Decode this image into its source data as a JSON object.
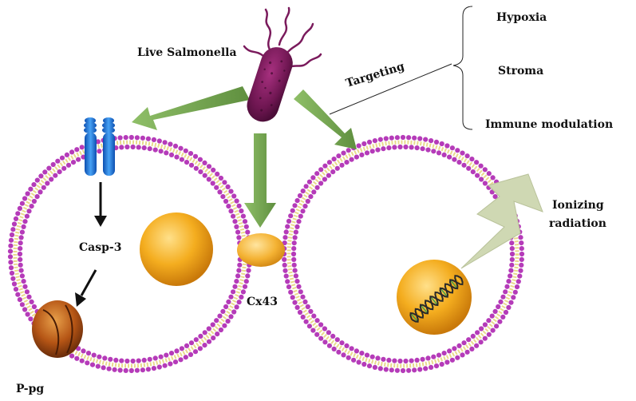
{
  "labels": {
    "live_salmonella": "Live Salmonella",
    "targeting": "Targeting",
    "hypoxia": "Hypoxia",
    "stroma": "Stroma",
    "immune_modulation": "Immune modulation",
    "ionizing": "Ionizing",
    "radiation": "radiation",
    "casp3": "Casp-3",
    "cx43": "Cx43",
    "ppg": "P-pg"
  },
  "colors": {
    "membrane_head": "#b53bb9",
    "membrane_tail": "#e9da8c",
    "arrow_green": "#7aa657",
    "bacterium": "#7a1a5c",
    "nucleus": "#f2a81c",
    "receptor": "#1f74d6",
    "lightning": "#cfd8b3"
  }
}
